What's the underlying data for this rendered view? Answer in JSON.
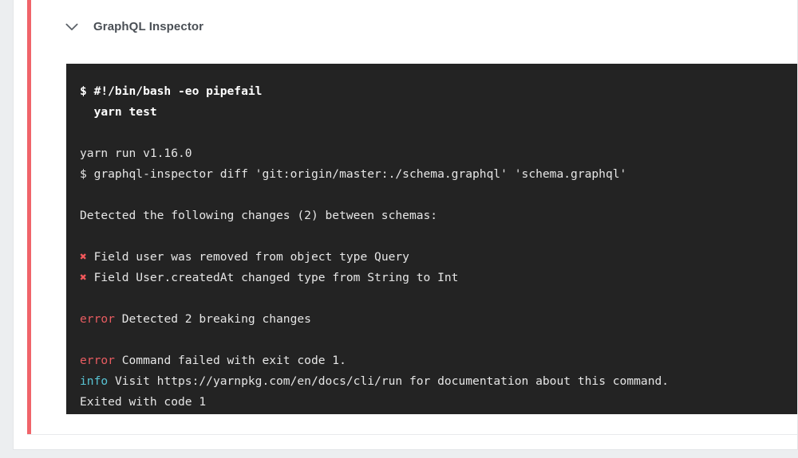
{
  "panel": {
    "collapse_icon": "chevron-down-icon",
    "title": "GraphQL Inspector",
    "status_color": "#f0646a"
  },
  "terminal": {
    "background": "#232323",
    "lines": [
      {
        "type": "command",
        "text": "$ #!/bin/bash -eo pipefail"
      },
      {
        "type": "command",
        "text": "  yarn test"
      },
      {
        "type": "blank",
        "text": ""
      },
      {
        "type": "output",
        "text": "yarn run v1.16.0"
      },
      {
        "type": "output",
        "text": "$ graphql-inspector diff 'git:origin/master:./schema.graphql' 'schema.graphql'"
      },
      {
        "type": "blank",
        "text": ""
      },
      {
        "type": "output",
        "text": "Detected the following changes (2) between schemas:"
      },
      {
        "type": "blank",
        "text": ""
      },
      {
        "type": "fail",
        "marker": "✖",
        "text": " Field user was removed from object type Query"
      },
      {
        "type": "fail",
        "marker": "✖",
        "text": " Field User.createdAt changed type from String to Int"
      },
      {
        "type": "blank",
        "text": ""
      },
      {
        "type": "error",
        "label": "error",
        "text": " Detected 2 breaking changes"
      },
      {
        "type": "blank",
        "text": ""
      },
      {
        "type": "error",
        "label": "error",
        "text": " Command failed with exit code 1."
      },
      {
        "type": "info",
        "label": "info",
        "text": " Visit https://yarnpkg.com/en/docs/cli/run for documentation about this command."
      },
      {
        "type": "output",
        "text": "Exited with code 1"
      }
    ],
    "colors": {
      "text": "#e6e6e6",
      "command": "#ffffff",
      "error_label": "#e85c61",
      "info_label": "#58c4d4",
      "fail_marker": "#f2585b"
    }
  }
}
